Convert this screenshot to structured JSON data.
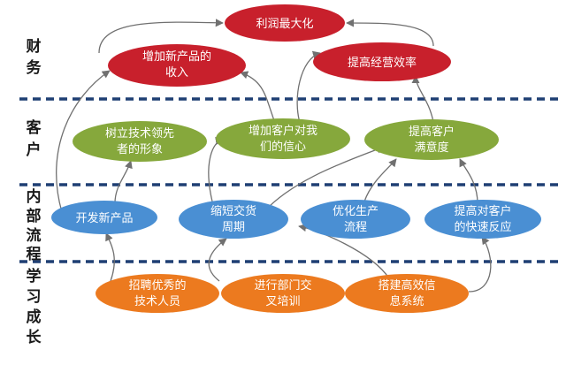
{
  "layers": [
    {
      "id": "finance",
      "label_chars": [
        "财",
        "务"
      ]
    },
    {
      "id": "customer",
      "label_chars": [
        "客",
        "户"
      ]
    },
    {
      "id": "internal",
      "label_chars": [
        "内",
        "部",
        "流",
        "程"
      ]
    },
    {
      "id": "learning",
      "label_chars": [
        "学",
        "习",
        "成",
        "长"
      ]
    }
  ],
  "colors": {
    "finance": "#c8202c",
    "customer": "#86a83c",
    "internal": "#4a8fd3",
    "learning": "#ec7a1f",
    "divider": "#1f3f73",
    "connector": "#707070"
  },
  "nodes": [
    {
      "id": "profit-max",
      "layer": "finance",
      "lines": [
        "利润最大化"
      ]
    },
    {
      "id": "new-product-revenue",
      "layer": "finance",
      "lines": [
        "增加新产品的",
        "收入"
      ]
    },
    {
      "id": "operating-efficiency",
      "layer": "finance",
      "lines": [
        "提高经营效率"
      ]
    },
    {
      "id": "tech-leader-image",
      "layer": "customer",
      "lines": [
        "树立技术领先",
        "者的形象"
      ]
    },
    {
      "id": "customer-trust",
      "layer": "customer",
      "lines": [
        "增加客户对我",
        "们的信心"
      ]
    },
    {
      "id": "customer-satisfaction",
      "layer": "customer",
      "lines": [
        "提高客户",
        "满意度"
      ]
    },
    {
      "id": "develop-new-product",
      "layer": "internal",
      "lines": [
        "开发新产品"
      ]
    },
    {
      "id": "shorten-delivery",
      "layer": "internal",
      "lines": [
        "缩短交货",
        "周期"
      ]
    },
    {
      "id": "optimize-production",
      "layer": "internal",
      "lines": [
        "优化生产",
        "流程"
      ]
    },
    {
      "id": "quick-response",
      "layer": "internal",
      "lines": [
        "提高对客户",
        "的快速反应"
      ]
    },
    {
      "id": "recruit-talent",
      "layer": "learning",
      "lines": [
        "招聘优秀的",
        "技术人员"
      ]
    },
    {
      "id": "cross-training",
      "layer": "learning",
      "lines": [
        "进行部门交",
        "叉培训"
      ]
    },
    {
      "id": "efficient-info-system",
      "layer": "learning",
      "lines": [
        "搭建高效信",
        "息系统"
      ]
    }
  ],
  "links": [
    [
      "new-product-revenue",
      "profit-max"
    ],
    [
      "operating-efficiency",
      "profit-max"
    ],
    [
      "develop-new-product",
      "new-product-revenue"
    ],
    [
      "customer-trust",
      "new-product-revenue"
    ],
    [
      "customer-trust",
      "operating-efficiency"
    ],
    [
      "customer-satisfaction",
      "operating-efficiency"
    ],
    [
      "develop-new-product",
      "tech-leader-image"
    ],
    [
      "shorten-delivery",
      "customer-trust"
    ],
    [
      "shorten-delivery",
      "customer-satisfaction"
    ],
    [
      "optimize-production",
      "customer-satisfaction"
    ],
    [
      "quick-response",
      "customer-satisfaction"
    ],
    [
      "recruit-talent",
      "develop-new-product"
    ],
    [
      "cross-training",
      "shorten-delivery"
    ],
    [
      "efficient-info-system",
      "optimize-production"
    ],
    [
      "efficient-info-system",
      "quick-response"
    ]
  ]
}
